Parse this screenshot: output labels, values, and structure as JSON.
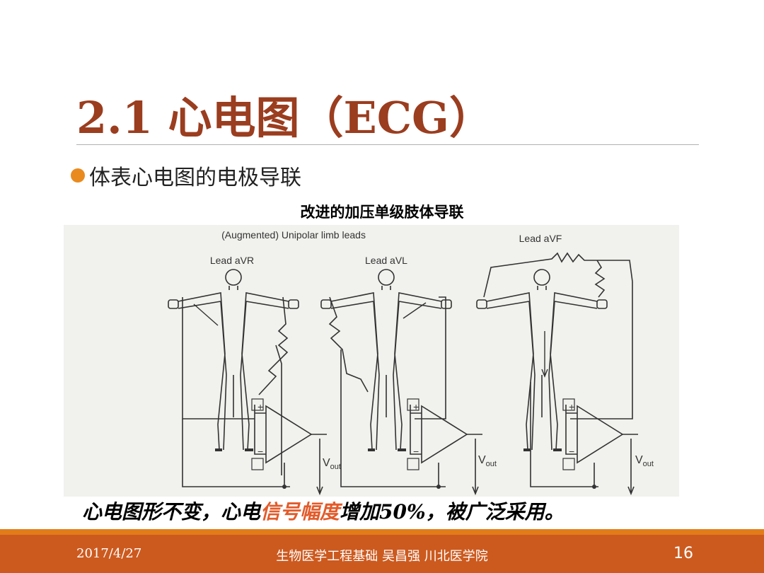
{
  "slide": {
    "title": "2.1 心电图（ECG）",
    "bullet": "体表心电图的电极导联",
    "figure_caption": "改进的加压单级肢体导联",
    "figure": {
      "heading": "(Augmented) Unipolar limb leads",
      "leads": [
        {
          "label": "Lead aVR"
        },
        {
          "label": "Lead aVL"
        },
        {
          "label": "Lead aVF"
        }
      ],
      "plus_sign": "+",
      "minus_sign": "−",
      "output_label": "V",
      "output_subscript": "out"
    },
    "summary_before": "心电图形不变，心电",
    "summary_highlight": "信号幅度",
    "summary_after": "增加50%，被广泛采用。"
  },
  "footer": {
    "date": "2017/4/27",
    "center": "生物医学工程基础 吴昌强 川北医学院",
    "page": "16"
  },
  "colors": {
    "title": "#9b3d1f",
    "bullet_dot": "#e98a1f",
    "highlight": "#e25b2a",
    "footer_band": "#cc5a1f",
    "footer_stripe": "#e27c19"
  }
}
